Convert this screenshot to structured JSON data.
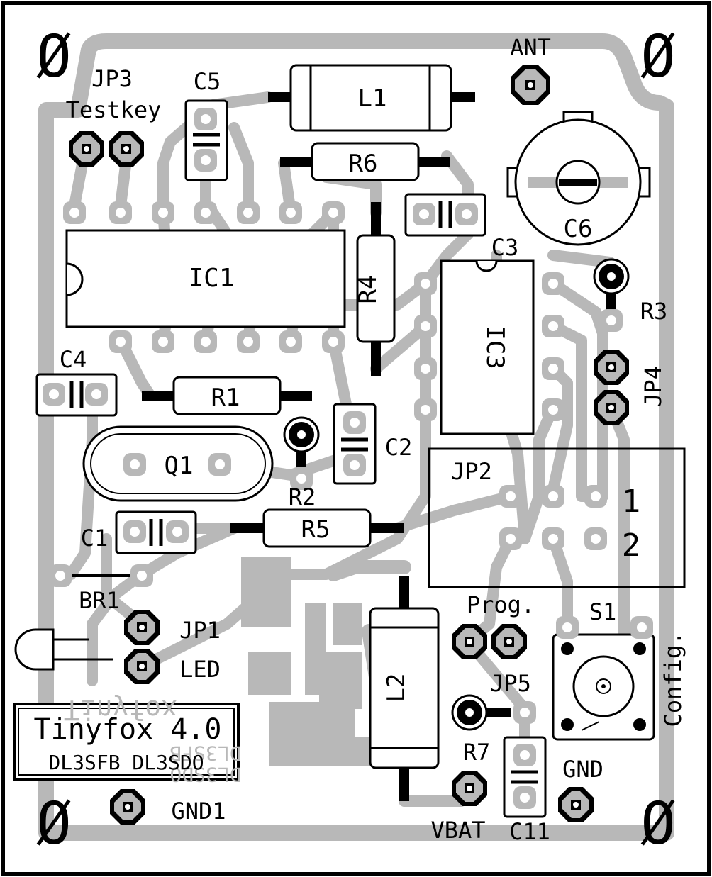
{
  "board": {
    "title": "Tinyfox 4.0",
    "authors": "DL3SFB DL3SDO",
    "mirrored_title": "Tinyfox",
    "mirrored_authors_1": "DL3SFB",
    "mirrored_authors_2": "DL3SDO"
  },
  "mounting_hole_symbol": "Ø",
  "labels": {
    "jp3": "JP3",
    "testkey": "Testkey",
    "c5": "C5",
    "l1": "L1",
    "ant": "ANT",
    "r6": "R6",
    "c6": "C6",
    "c3": "C3",
    "ic1": "IC1",
    "r4": "R4",
    "ic3": "IC3",
    "r3": "R3",
    "jp4": "JP4",
    "c4": "C4",
    "r1": "R1",
    "c2": "C2",
    "q1": "Q1",
    "r2": "R2",
    "jp2": "JP2",
    "jp2_pin1": "1",
    "jp2_pin2": "2",
    "c1": "C1",
    "r5": "R5",
    "br1": "BR1",
    "prog": "Prog.",
    "s1": "S1",
    "jp1": "JP1",
    "led": "LED",
    "l2": "L2",
    "jp5": "JP5",
    "config": "Config.",
    "r7": "R7",
    "gnd": "GND",
    "gnd1": "GND1",
    "vbat": "VBAT",
    "c11": "C11"
  }
}
